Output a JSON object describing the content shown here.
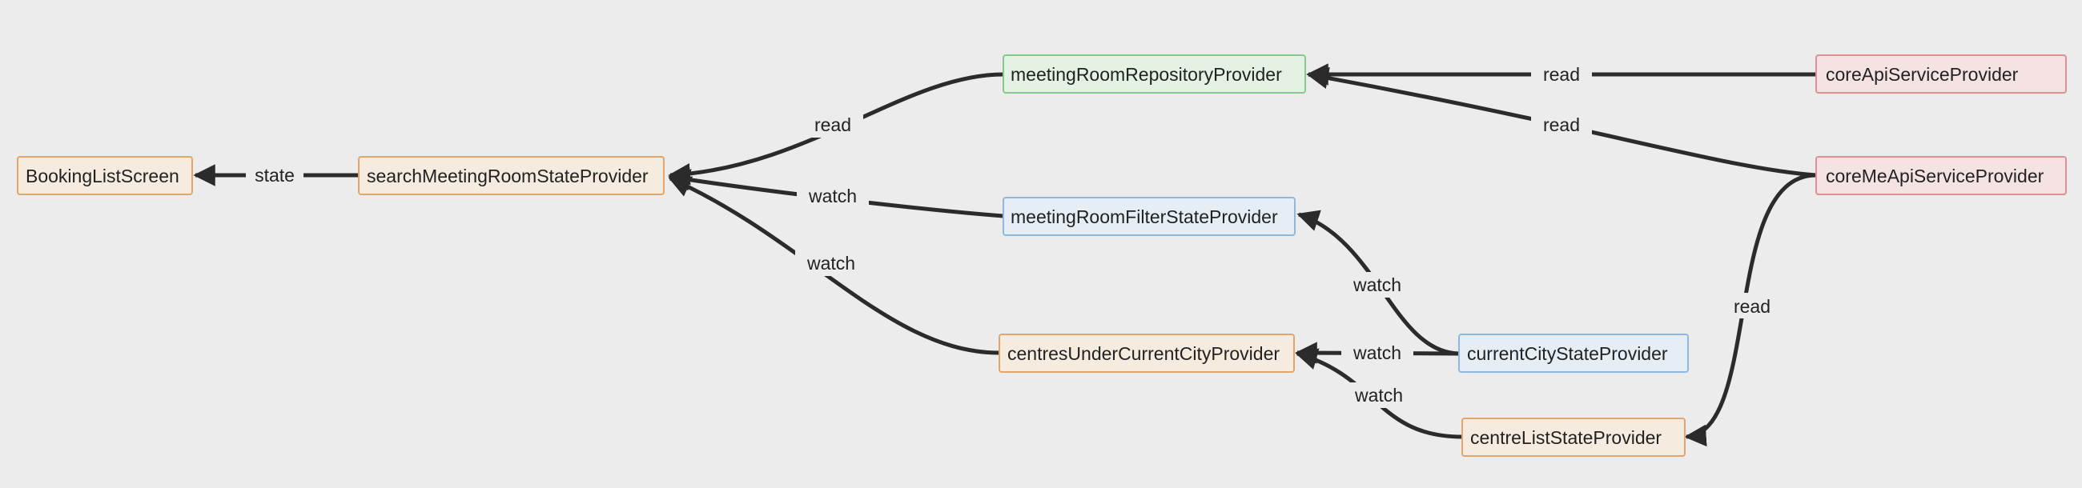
{
  "colors": {
    "background": "#ececec",
    "edge": "#2b2b2b",
    "orange_fill": "#f6ebdf",
    "orange_stroke": "#e2a56b",
    "green_fill": "#e4f2e4",
    "green_stroke": "#86c98a",
    "blue_fill": "#e5edf5",
    "blue_stroke": "#8fb8e0",
    "red_fill": "#f5e3e4",
    "red_stroke": "#e08e93"
  },
  "nodes": {
    "booking_list_screen": {
      "label": "BookingListScreen",
      "style": "orange"
    },
    "search_meeting_room_state_provider": {
      "label": "searchMeetingRoomStateProvider",
      "style": "orange"
    },
    "meeting_room_repository_provider": {
      "label": "meetingRoomRepositoryProvider",
      "style": "green"
    },
    "meeting_room_filter_state_provider": {
      "label": "meetingRoomFilterStateProvider",
      "style": "blue"
    },
    "centres_under_current_city_provider": {
      "label": "centresUnderCurrentCityProvider",
      "style": "orange"
    },
    "current_city_state_provider": {
      "label": "currentCityStateProvider",
      "style": "blue"
    },
    "centre_list_state_provider": {
      "label": "centreListStateProvider",
      "style": "orange"
    },
    "core_api_service_provider": {
      "label": "coreApiServiceProvider",
      "style": "red"
    },
    "core_me_api_service_provider": {
      "label": "coreMeApiServiceProvider",
      "style": "red"
    }
  },
  "edges": [
    {
      "id": "e1",
      "from": "search_meeting_room_state_provider",
      "to": "booking_list_screen",
      "label": "state"
    },
    {
      "id": "e2",
      "from": "meeting_room_repository_provider",
      "to": "search_meeting_room_state_provider",
      "label": "read"
    },
    {
      "id": "e3",
      "from": "meeting_room_filter_state_provider",
      "to": "search_meeting_room_state_provider",
      "label": "watch"
    },
    {
      "id": "e4",
      "from": "centres_under_current_city_provider",
      "to": "search_meeting_room_state_provider",
      "label": "watch"
    },
    {
      "id": "e5",
      "from": "core_api_service_provider",
      "to": "meeting_room_repository_provider",
      "label": "read"
    },
    {
      "id": "e6",
      "from": "core_me_api_service_provider",
      "to": "meeting_room_repository_provider",
      "label": "read"
    },
    {
      "id": "e7",
      "from": "current_city_state_provider",
      "to": "meeting_room_filter_state_provider",
      "label": "watch"
    },
    {
      "id": "e8",
      "from": "current_city_state_provider",
      "to": "centres_under_current_city_provider",
      "label": "watch"
    },
    {
      "id": "e9",
      "from": "centre_list_state_provider",
      "to": "centres_under_current_city_provider",
      "label": "watch"
    },
    {
      "id": "e10",
      "from": "core_me_api_service_provider",
      "to": "centre_list_state_provider",
      "label": "read"
    }
  ]
}
